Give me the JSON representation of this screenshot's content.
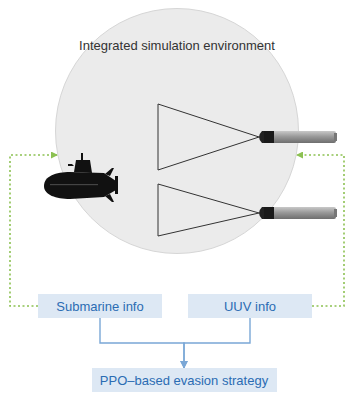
{
  "diagram": {
    "nodes": [
      {
        "text": [
          "Integrated simulation environment"
        ]
      },
      {
        "text": [
          "Submarine info"
        ]
      },
      {
        "text": [
          "UUV info"
        ]
      },
      {
        "text": [
          "PPO–based evasion strategy"
        ]
      }
    ],
    "edges": [
      {
        "from": 1,
        "to": 0,
        "arrow": "to"
      },
      {
        "from": 2,
        "to": 0,
        "arrow": "to"
      },
      {
        "from": 1,
        "to": 3,
        "arrow": "to"
      },
      {
        "from": 2,
        "to": 3,
        "arrow": "to"
      }
    ]
  }
}
